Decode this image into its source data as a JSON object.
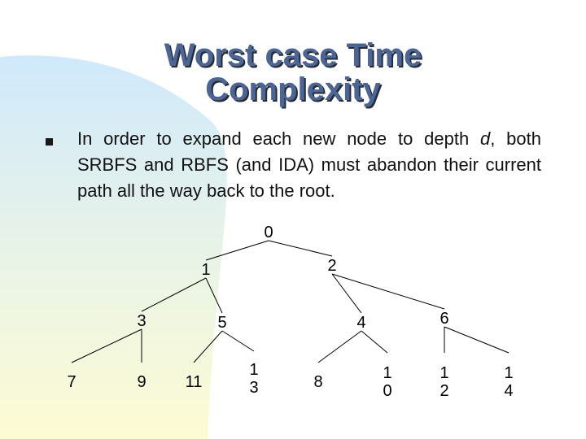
{
  "slide": {
    "title_line_1": "Worst case Time",
    "title_line_2": "Complexity",
    "bullet": {
      "text_before": "In order to expand each new node to depth ",
      "text_italic": "d",
      "text_after": ", both SRBFS and RBFS (and IDA) must abandon their current path all the way back to the root."
    }
  },
  "tree": {
    "nodes": [
      {
        "id": "0",
        "label": "0"
      },
      {
        "id": "1",
        "label": "1"
      },
      {
        "id": "2",
        "label": "2"
      },
      {
        "id": "3",
        "label": "3"
      },
      {
        "id": "5",
        "label": "5"
      },
      {
        "id": "4",
        "label": "4"
      },
      {
        "id": "6",
        "label": "6"
      },
      {
        "id": "7",
        "label": "7"
      },
      {
        "id": "9",
        "label": "9"
      },
      {
        "id": "11",
        "label": "11"
      },
      {
        "id": "13",
        "label": "1\n3"
      },
      {
        "id": "8",
        "label": "8"
      },
      {
        "id": "10",
        "label": "1\n0"
      },
      {
        "id": "12",
        "label": "1\n2"
      },
      {
        "id": "14",
        "label": "1\n4"
      }
    ],
    "edges": [
      [
        "0",
        "1"
      ],
      [
        "0",
        "2"
      ],
      [
        "1",
        "3"
      ],
      [
        "1",
        "5"
      ],
      [
        "2",
        "4"
      ],
      [
        "2",
        "6"
      ],
      [
        "3",
        "7"
      ],
      [
        "3",
        "9"
      ],
      [
        "5",
        "11"
      ],
      [
        "5",
        "13"
      ],
      [
        "4",
        "8"
      ],
      [
        "4",
        "10"
      ],
      [
        "6",
        "12"
      ],
      [
        "6",
        "14"
      ]
    ]
  }
}
